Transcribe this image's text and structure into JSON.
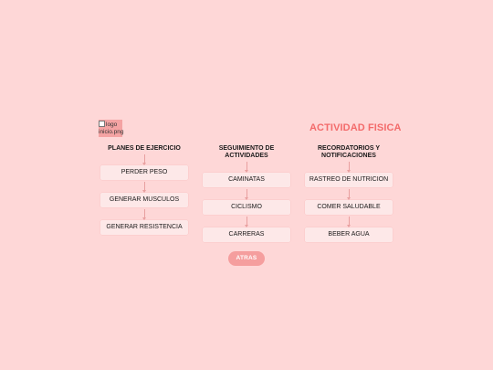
{
  "header": {
    "logo_alt": "logo inicio.png",
    "title": "ACTIVIDAD FISICA"
  },
  "columns": [
    {
      "heading": "PLANES DE EJERCICIO",
      "items": [
        "PERDER PESO",
        "GENERAR MUSCULOS",
        "GENERAR RESISTENCIA"
      ]
    },
    {
      "heading": "SEGUIMIENTO DE ACTIVIDADES",
      "items": [
        "CAMINATAS",
        "CICLISMO",
        "CARRERAS"
      ]
    },
    {
      "heading": "RECORDATORIOS Y NOTIFICACIONES",
      "items": [
        "RASTREO DE NUTRICION",
        "COMER SALUDABLE",
        "BEBER AGUA"
      ]
    }
  ],
  "footer": {
    "back_label": "ATRAS"
  },
  "colors": {
    "background": "#fed7d7",
    "title": "#f36b6b",
    "item_bg": "#fde8e8",
    "button_bg": "#f59e9e",
    "arrow": "#e8a0a0"
  }
}
